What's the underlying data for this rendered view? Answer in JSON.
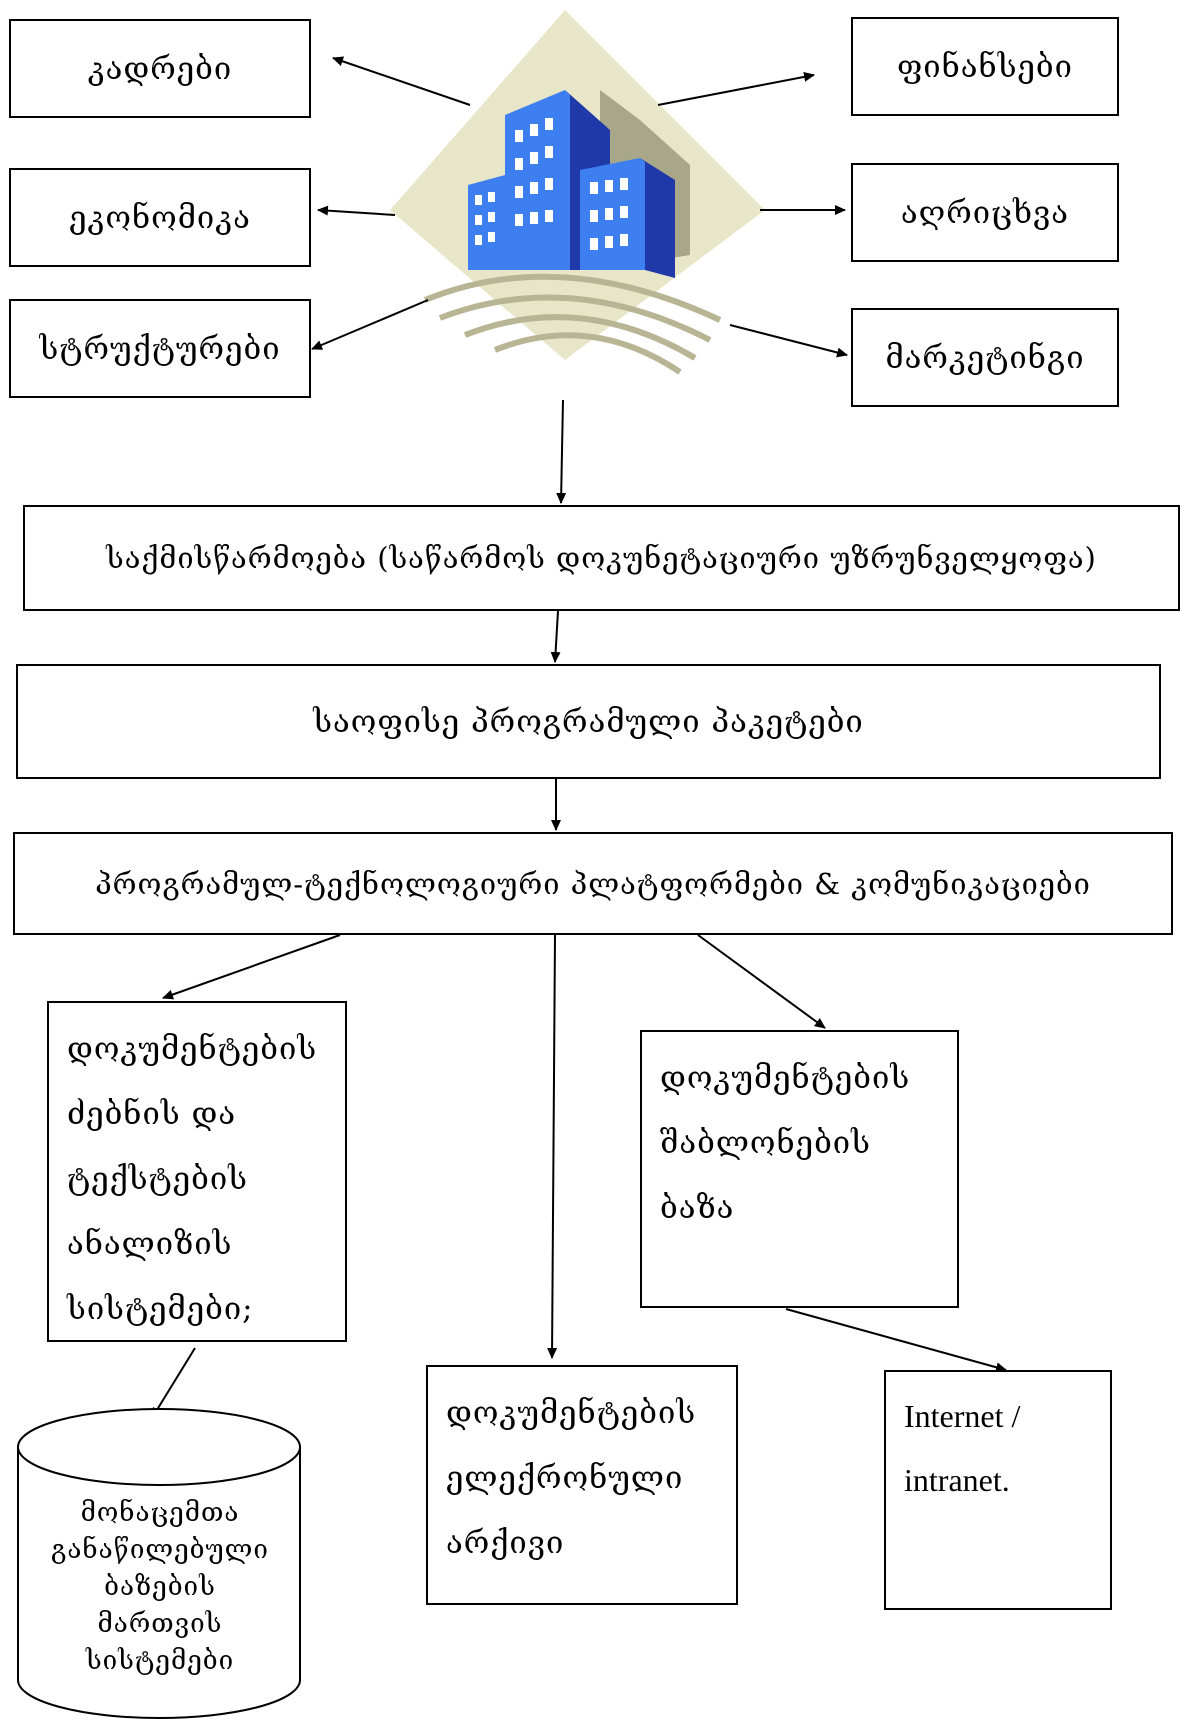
{
  "hub": {
    "icon": "office-buildings-icon"
  },
  "left_boxes": [
    "კადრები",
    "ეკონომიკა",
    "სტრუქტურები"
  ],
  "right_boxes": [
    "ფინანსები",
    "აღრიცხვა",
    "მარკეტინგი"
  ],
  "levels": {
    "document_management": "საქმისწარმოება (საწარმოს დოკუნეტაციური უზრუნველყოფა)",
    "office_packages": "საოფისე პროგრამული პაკეტები",
    "platforms": "პროგრამულ-ტექნოლოგიური პლატფორმები & კომუნიკაციები"
  },
  "search_systems": {
    "lines": [
      "დოკუმენტების",
      "ძებნის და",
      "ტექსტების",
      "ანალიზის",
      "სისტემები;"
    ]
  },
  "template_base": {
    "lines": [
      "დოკუმენტების",
      "შაბლონების",
      "ბაზა"
    ]
  },
  "electronic_archive": {
    "lines": [
      "დოკუმენტების",
      "ელექრონული",
      "არქივი"
    ]
  },
  "internet": {
    "lines": [
      "Internet /",
      "intranet."
    ]
  },
  "database": {
    "lines": [
      "მონაცემთა",
      "განაწილებული",
      "ბაზების",
      "მართვის",
      "სისტემები"
    ]
  },
  "colors": {
    "diamond": "#e8e6c8",
    "building_dark": "#1f3aa8",
    "building_light": "#3d7ff0",
    "building_shadow": "#a9a78a",
    "line": "#000000"
  }
}
